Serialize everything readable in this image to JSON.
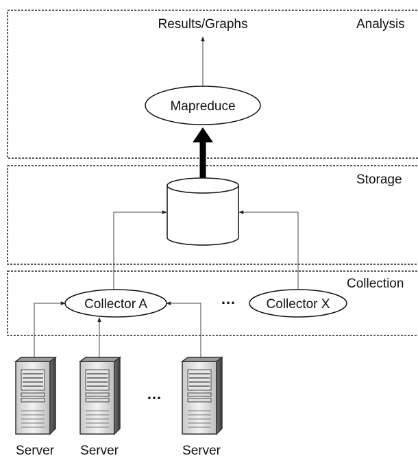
{
  "layers": {
    "analysis": "Analysis",
    "storage": "Storage",
    "collection": "Collection"
  },
  "nodes": {
    "results": "Results/Graphs",
    "mapreduce": "Mapreduce",
    "collector_a": "Collector A",
    "collector_x": "Collector X"
  },
  "servers": [
    "Server",
    "Server",
    "Server"
  ],
  "ellipsis": "…"
}
